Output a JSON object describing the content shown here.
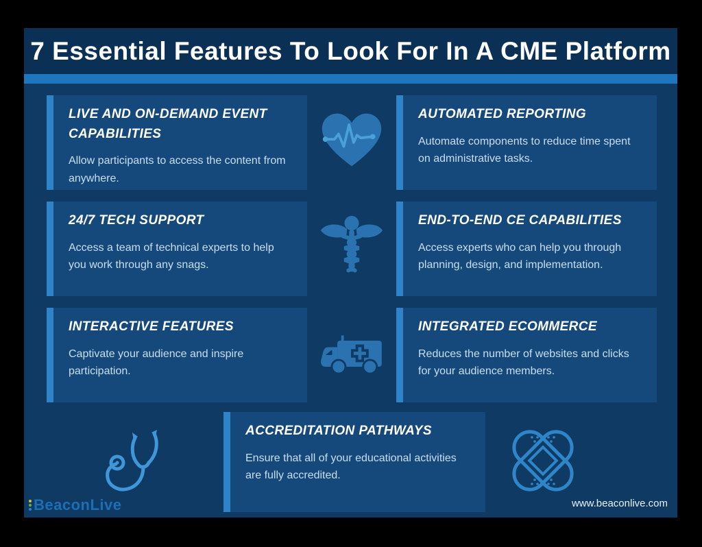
{
  "header": {
    "title": "7 Essential Features To Look For In A CME Platform"
  },
  "cards": [
    {
      "title": "LIVE AND ON-DEMAND EVENT CAPABILITIES",
      "body": "Allow participants to access the content from anywhere."
    },
    {
      "title": "AUTOMATED REPORTING",
      "body": "Automate components to reduce time spent on administrative tasks."
    },
    {
      "title": "24/7 TECH SUPPORT",
      "body": "Access a team of technical experts to help you work through any snags."
    },
    {
      "title": "END-TO-END CE CAPABILITIES",
      "body": "Access experts who can help you through planning, design, and implementation."
    },
    {
      "title": "INTERACTIVE FEATURES",
      "body": "Captivate your audience and inspire participation."
    },
    {
      "title": "INTEGRATED ECOMMERCE",
      "body": "Reduces the number of websites and clicks for your audience members."
    },
    {
      "title": "ACCREDITATION PATHWAYS",
      "body": "Ensure that all of your educational activities are fully accredited."
    }
  ],
  "icons": {
    "row1": "heart-pulse-icon",
    "row2": "caduceus-icon",
    "row3": "ambulance-icon",
    "bottom_left": "stethoscope-icon",
    "bottom_right": "bandage-icon"
  },
  "footer": {
    "brand": "BeaconLive",
    "website": "www.beaconlive.com"
  },
  "colors": {
    "frame": "#000000",
    "panel": "#0e3a63",
    "header_band": "#0b3056",
    "stripe": "#1e77bc",
    "card": "#16497b",
    "accent_bar": "#2f83c8",
    "title_text": "#ffffff",
    "body_text": "#c9def2",
    "icon_fill": "#2a72b0",
    "icon_detail": "#4aa0d8",
    "icon_outline": "#2e86c8",
    "brand_text": "#1d6fb5"
  }
}
